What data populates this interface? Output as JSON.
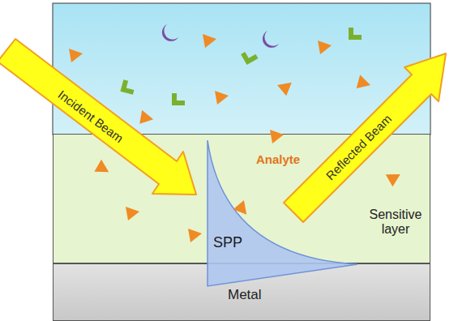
{
  "diagram": {
    "nodes": [
      {
        "text": [
          "Sensitive layer"
        ]
      },
      {
        "text": [
          "SPP"
        ],
        "in": 0
      },
      {
        "text": [
          "Metal"
        ]
      }
    ],
    "labels": [
      "Incident Beam",
      "Reflected Beam",
      "Analyte"
    ]
  }
}
